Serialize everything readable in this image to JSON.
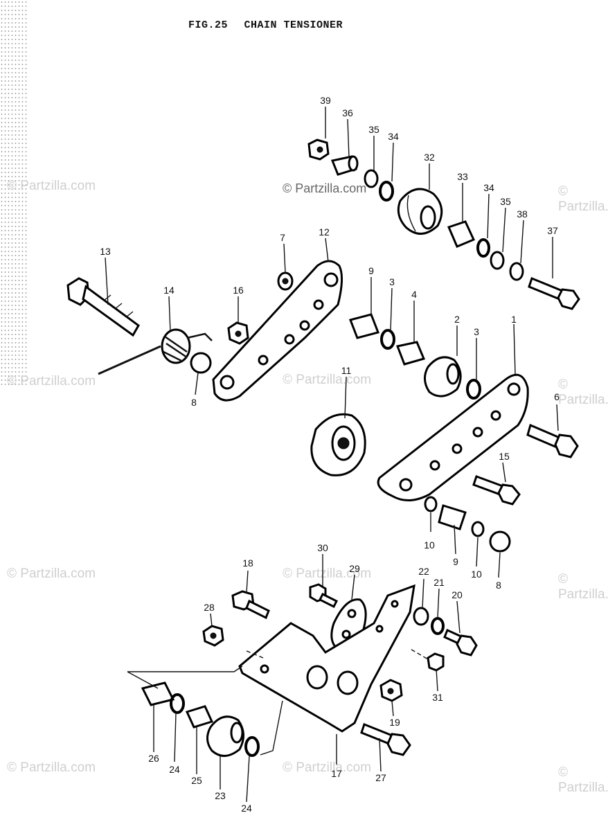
{
  "title": {
    "fig": "FIG.25",
    "name": "CHAIN TENSIONER"
  },
  "watermark": "© Partzilla.com",
  "labels": [
    "39",
    "36",
    "35",
    "34",
    "32",
    "33",
    "34",
    "35",
    "38",
    "37",
    "13",
    "14",
    "16",
    "7",
    "12",
    "8",
    "9",
    "3",
    "4",
    "2",
    "3",
    "1",
    "6",
    "11",
    "15",
    "10",
    "9",
    "10",
    "8",
    "18",
    "30",
    "29",
    "22",
    "21",
    "20",
    "28",
    "31",
    "19",
    "26",
    "24",
    "25",
    "23",
    "24",
    "17",
    "27"
  ]
}
